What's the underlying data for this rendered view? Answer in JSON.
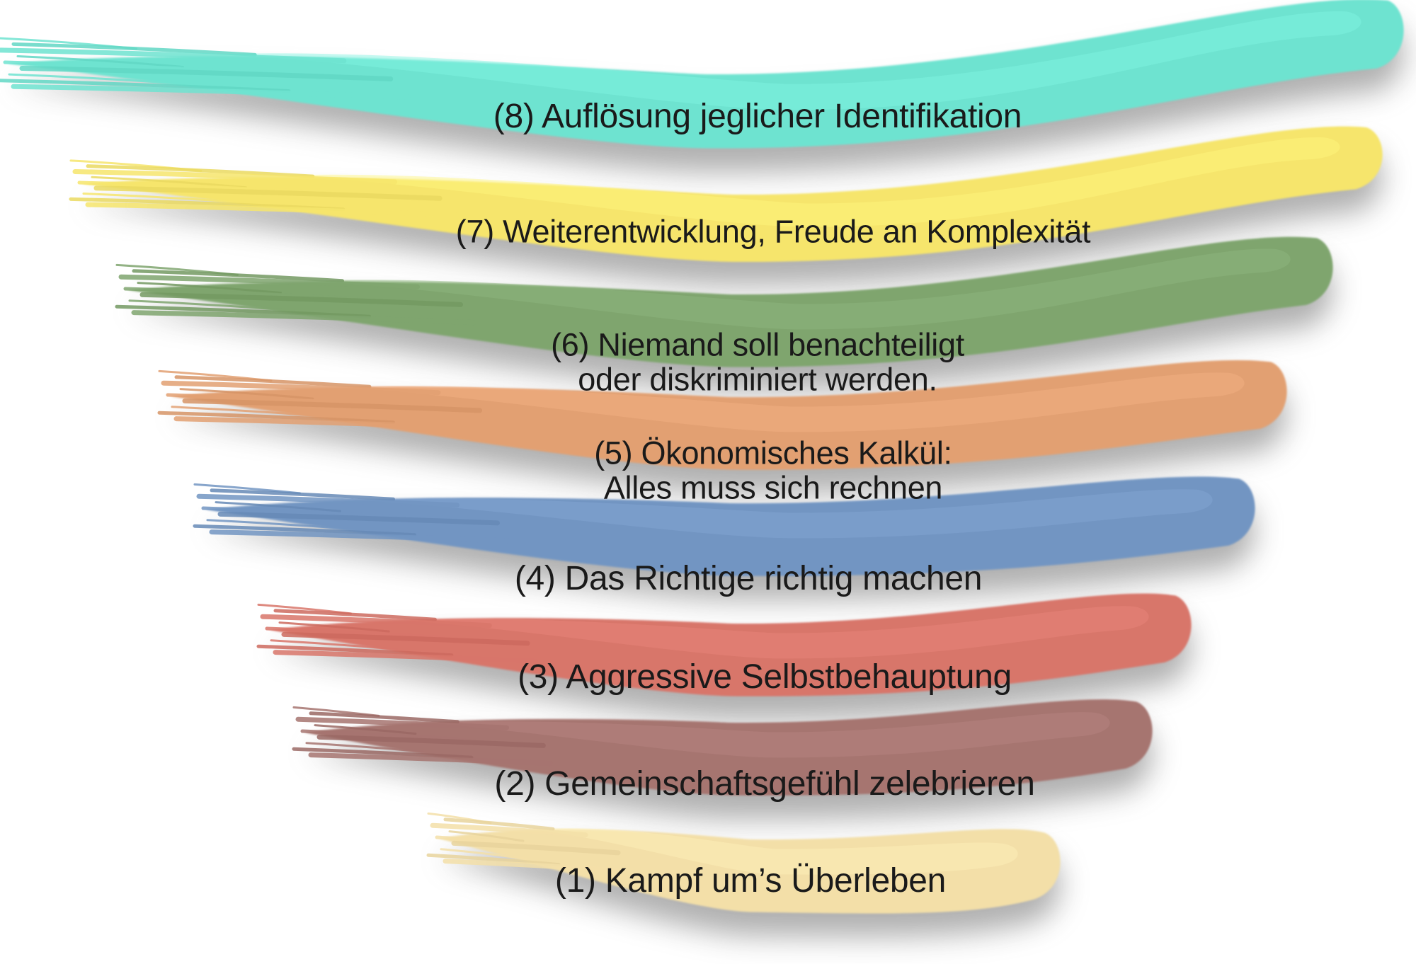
{
  "funnel": {
    "levels": [
      {
        "id": 8,
        "lines": [
          "(8) Auflösung jeglicher Identifikation"
        ],
        "color": "#6ee3d0"
      },
      {
        "id": 7,
        "lines": [
          "(7) Weiterentwicklung, Freude an Komplexität"
        ],
        "color": "#f6e56c"
      },
      {
        "id": 6,
        "lines": [
          "(6) Niemand soll benachteiligt",
          "oder diskriminiert werden."
        ],
        "color": "#7fa56e"
      },
      {
        "id": 5,
        "lines": [
          "(5) Ökonomisches Kalkül:",
          "Alles muss sich rechnen"
        ],
        "color": "#e2a072"
      },
      {
        "id": 4,
        "lines": [
          "(4) Das Richtige richtig machen"
        ],
        "color": "#7295c2"
      },
      {
        "id": 3,
        "lines": [
          "(3) Aggressive Selbstbehauptung"
        ],
        "color": "#d8766a"
      },
      {
        "id": 2,
        "lines": [
          "(2) Gemeinschaftsgefühl zelebrieren"
        ],
        "color": "#a67470"
      },
      {
        "id": 1,
        "lines": [
          "(1) Kampf um’s Überleben"
        ],
        "color": "#f3dfa8"
      }
    ]
  }
}
